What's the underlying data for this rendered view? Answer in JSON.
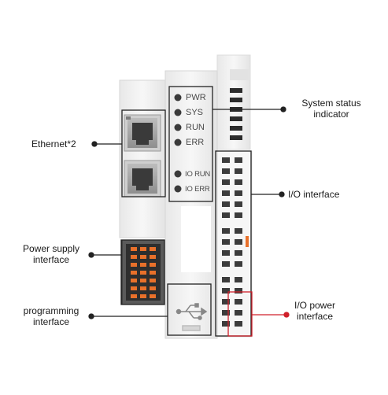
{
  "labels": {
    "system_status": "System status\nindicator",
    "ethernet": "Ethernet*2",
    "io_interface": "I/O interface",
    "power_supply": "Power supply\ninterface",
    "programming": "programming\ninterface",
    "io_power": "I/O power\ninterface"
  },
  "leds": {
    "pwr": "PWR",
    "sys": "SYS",
    "run": "RUN",
    "err": "ERR",
    "io_run": "IO RUN",
    "io_err": "IO ERR"
  },
  "colors": {
    "callout_line": "#222222",
    "io_power_accent": "#d0202a",
    "terminal_orange": "#e8702a",
    "body": "#f2f2f2"
  },
  "icons": {
    "usb": "usb-icon"
  }
}
